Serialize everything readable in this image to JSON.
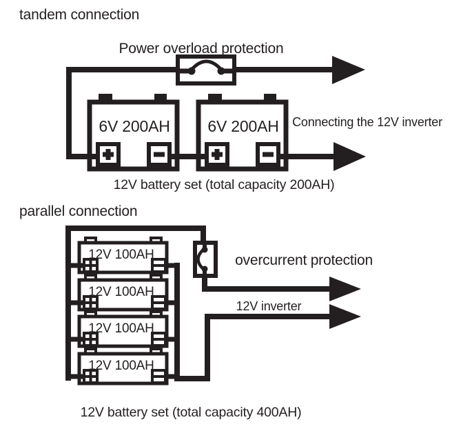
{
  "page": {
    "background_color": "#ffffff",
    "ink_color": "#231f20"
  },
  "tandem": {
    "heading": "tandem connection",
    "protection_label": "Power overload protection",
    "inverter_label": "Connecting the 12V inverter",
    "caption": "12V battery set (total capacity 200AH)",
    "positive_symbol": "+",
    "negative_symbol": "−",
    "batteries": [
      {
        "label": "6V 200AH"
      },
      {
        "label": "6V 200AH"
      }
    ]
  },
  "parallel": {
    "heading": "parallel connection",
    "protection_label": "overcurrent protection",
    "inverter_label": "12V inverter",
    "caption": "12V battery set (total capacity 400AH)",
    "positive_symbol": "+",
    "negative_symbol": "−",
    "batteries": [
      {
        "label": "12V 100AH"
      },
      {
        "label": "12V 100AH"
      },
      {
        "label": "12V 100AH"
      },
      {
        "label": "12V 100AH"
      }
    ]
  }
}
